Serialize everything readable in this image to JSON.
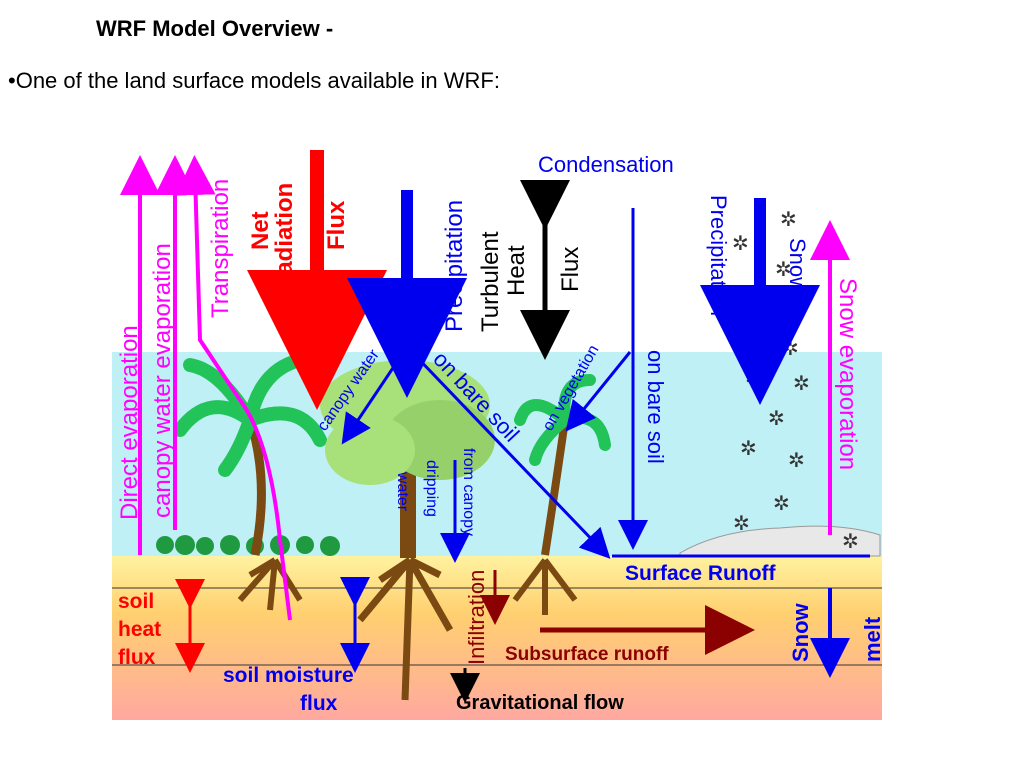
{
  "slide": {
    "title": "WRF Model Overview -",
    "bullet": "•One of the land surface models available in WRF:"
  },
  "diagram": {
    "labels": {
      "direct_evaporation": "Direct evaporation",
      "canopy_water_evaporation": "canopy water evaporation",
      "transpiration": "Transpiration",
      "net": "Net",
      "radiation": "Radiation",
      "flux_red": "Flux",
      "precipitation_left": "Precipitation",
      "turbulent": "Turbulent",
      "heat": "Heat",
      "flux_black": "Flux",
      "condensation": "Condensation",
      "precipitation_right": "Precipitation",
      "snow": "Snow",
      "snow_evaporation": "Snow evaporation",
      "canopy_water": "canopy water",
      "on_bare_soil_diag": "on bare soil",
      "on_vegetation": "on vegetation",
      "on_bare_soil_vert": "on bare soil",
      "water": "water",
      "dripping": "dripping",
      "from_canopy": "from canopy",
      "surface_runoff": "Surface Runoff",
      "soil": "soil",
      "heat_soil": "heat",
      "flux_soil": "flux",
      "soil_moisture": "soil moisture",
      "flux_moisture": "flux",
      "infiltration": "Infiltration",
      "subsurface_runoff": "Subsurface runoff",
      "snow_melt": "Snow",
      "melt": "melt",
      "gravitational_flow": "Gravitational flow"
    },
    "colors": {
      "sky": "#bff0f5",
      "soil_top": "#fff2a0",
      "soil_bottom": "#ffb0a0",
      "magenta": "#ff00ff",
      "red": "#ff0000",
      "blue": "#0000ee",
      "dark_red": "#8b0000",
      "black": "#000000",
      "palm_green": "#22c45a",
      "trunk_brown": "#7a4a12"
    }
  }
}
